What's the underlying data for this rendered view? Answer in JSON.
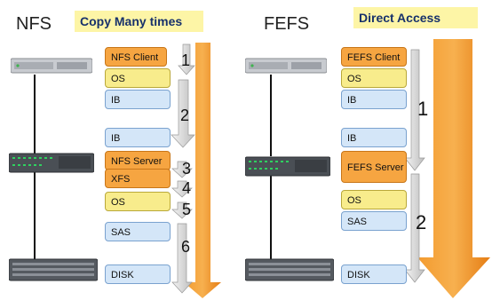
{
  "left": {
    "title": "NFS",
    "banner": "Copy Many times",
    "layers": [
      {
        "label": "NFS  Client",
        "color": "orange"
      },
      {
        "label": "OS",
        "color": "yellow"
      },
      {
        "label": "IB",
        "color": "blue"
      },
      {
        "label": "IB",
        "color": "blue"
      },
      {
        "label": "NFS  Server",
        "color": "orange"
      },
      {
        "label": "XFS",
        "color": "orange"
      },
      {
        "label": "OS",
        "color": "yellow"
      },
      {
        "label": "SAS",
        "color": "blue"
      },
      {
        "label": "DISK",
        "color": "blue"
      }
    ],
    "steps": [
      "1",
      "2",
      "3",
      "4",
      "5",
      "6"
    ]
  },
  "right": {
    "title": "FEFS",
    "banner": "Direct  Access",
    "layers": [
      {
        "label": "FEFS  Client",
        "color": "orange"
      },
      {
        "label": "OS",
        "color": "yellow"
      },
      {
        "label": "IB",
        "color": "blue"
      },
      {
        "label": "IB",
        "color": "blue"
      },
      {
        "label": "FEFS  Server",
        "color": "orange"
      },
      {
        "label": "OS",
        "color": "yellow"
      },
      {
        "label": "SAS",
        "color": "blue"
      },
      {
        "label": "DISK",
        "color": "blue"
      }
    ],
    "steps": [
      "1",
      "2"
    ]
  },
  "colors": {
    "orange_arrow": "#f08a1c",
    "banner_bg": "#fdf5a6",
    "layer_orange": "#f6a541",
    "layer_yellow": "#f8ec8c",
    "layer_blue": "#d4e6f8"
  }
}
